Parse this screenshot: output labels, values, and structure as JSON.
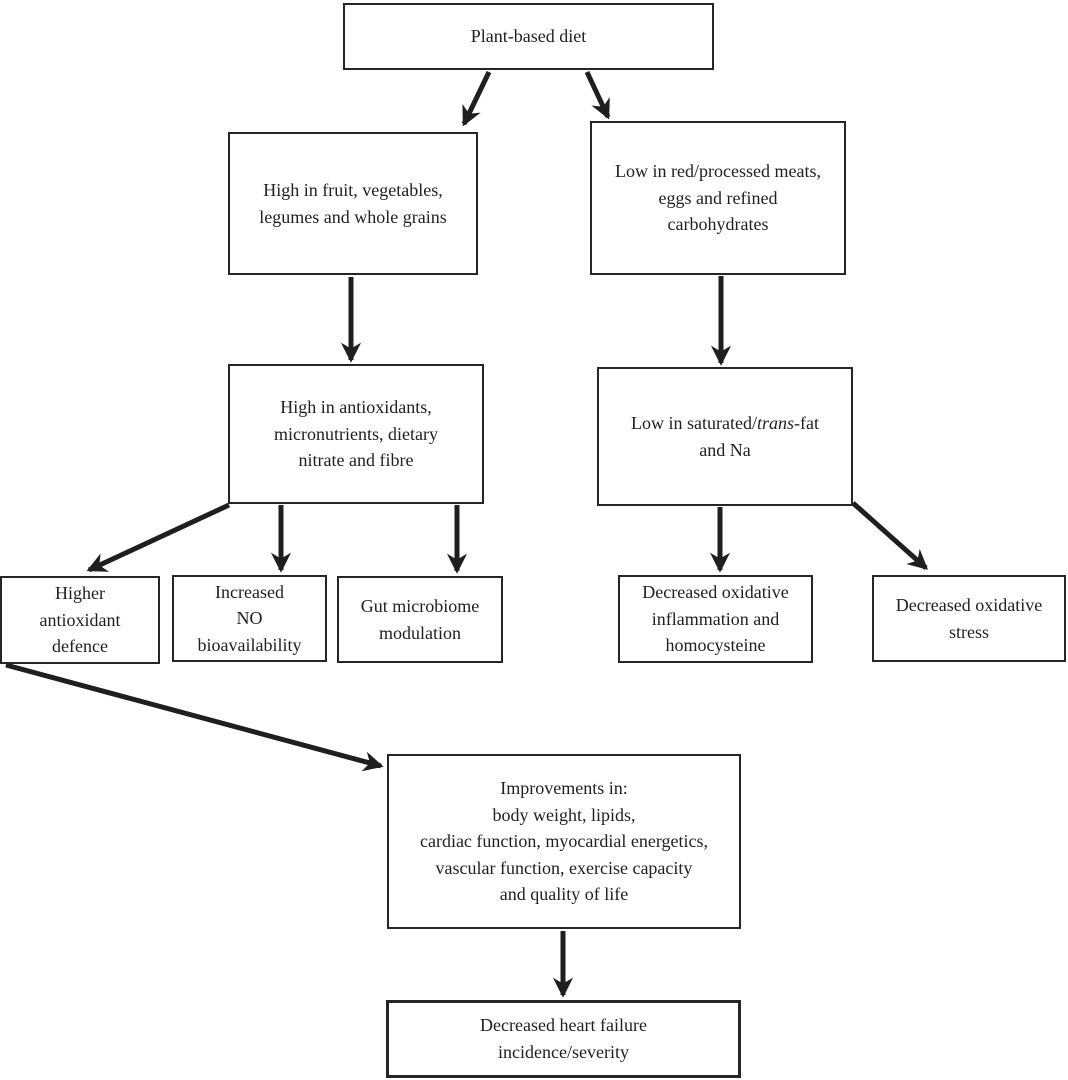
{
  "diagram": {
    "type": "flowchart",
    "topic": "Plant-based diet and heart failure",
    "colors": {
      "background": "#ffffff",
      "box_border": "#262626",
      "arrow": "#1f1f1f",
      "text": "#1f1f1f"
    },
    "nodes": {
      "plant_based_diet": "Plant-based diet",
      "high_fruit": "High in fruit, vegetables,\nlegumes and whole grains",
      "low_red_meats": "Low in red/processed meats,\neggs and refined\ncarbohydrates",
      "high_antioxidants": "High in antioxidants,\nmicronutrients, dietary\nnitrate and fibre",
      "low_sat_fat": {
        "prefix": "Low in saturated/",
        "italic": "trans",
        "suffix": "-fat\nand Na"
      },
      "higher_antioxidant_defence": "Higher\nantioxidant\ndefence",
      "increased_no": "Increased\nNO\nbioavailability",
      "gut_microbiome": "Gut microbiome\nmodulation",
      "decreased_inflammation": "Decreased oxidative\ninflammation and\nhomocysteine",
      "decreased_stress": "Decreased oxidative\nstress",
      "improvements": "Improvements in:\nbody weight, lipids,\ncardiac function, myocardial energetics,\nvascular function, exercise capacity\nand quality of life",
      "decreased_heart_failure": "Decreased heart failure\nincidence/severity"
    },
    "edges": [
      {
        "from": "plant_based_diet",
        "to": "high_fruit"
      },
      {
        "from": "plant_based_diet",
        "to": "low_red_meats"
      },
      {
        "from": "high_fruit",
        "to": "high_antioxidants"
      },
      {
        "from": "low_red_meats",
        "to": "low_sat_fat"
      },
      {
        "from": "high_antioxidants",
        "to": "higher_antioxidant_defence"
      },
      {
        "from": "high_antioxidants",
        "to": "increased_no"
      },
      {
        "from": "high_antioxidants",
        "to": "gut_microbiome"
      },
      {
        "from": "low_sat_fat",
        "to": "decreased_inflammation"
      },
      {
        "from": "low_sat_fat",
        "to": "decreased_stress"
      },
      {
        "from": "higher_antioxidant_defence",
        "to": "improvements"
      },
      {
        "from": "improvements",
        "to": "decreased_heart_failure"
      }
    ]
  }
}
